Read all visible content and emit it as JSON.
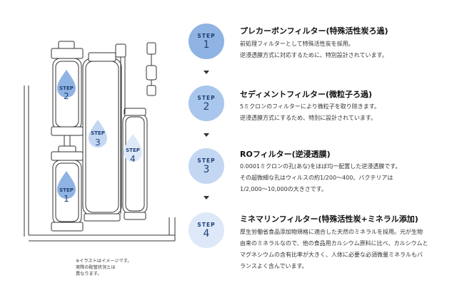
{
  "illustration": {
    "badges": [
      {
        "label": "STEP",
        "num": "2"
      },
      {
        "label": "STEP",
        "num": "3"
      },
      {
        "label": "STEP",
        "num": "4"
      },
      {
        "label": "STEP",
        "num": "1"
      }
    ],
    "note_lines": [
      "※イラストはイメージです。",
      "実際の配管状況とは",
      "異なります。"
    ]
  },
  "steps": [
    {
      "label": "STEP",
      "num": "1",
      "color": "#8fb3e2",
      "title": "プレカーボンフィルター(特殊活性炭ろ過)",
      "lines": [
        "前処理フィルターとして特殊活性炭を採用。",
        "逆浸透膜方式に対応するために、特別設計されています。"
      ]
    },
    {
      "label": "STEP",
      "num": "2",
      "color": "#a9c6ec",
      "title": "セディメントフィルター(微粒子ろ過)",
      "lines": [
        "5ミクロンのフィルターにより微粒子を取り除きます。",
        "逆浸透膜方式にするため、特別に設計されています。"
      ]
    },
    {
      "label": "STEP",
      "num": "3",
      "color": "#c3d7f3",
      "title": "ROフィルター(逆浸透膜)",
      "lines": [
        "0.0001ミクロンの孔(あな)をほぼ均一配置した逆浸透膜です。",
        "その超微細な孔はウィルスの約1/200〜400、バクテリアは",
        "1/2,000〜10,000の大きさです。"
      ]
    },
    {
      "label": "STEP",
      "num": "4",
      "color": "#dde8f8",
      "title": "ミネマリンフィルター(特殊活性炭+ミネラル添加)",
      "lines": [
        "厚生労働省食品添加物規格に適合した天然のミネラルを採用。元が生物",
        "由来のミネラルなので、他の食品用カルシウム原料に比べ、カルシウムと",
        "マグネシウムの含有比率が大きく、人体に必要な必須微量ミネラルもバ",
        "ランスよく含んでいます。"
      ]
    }
  ]
}
